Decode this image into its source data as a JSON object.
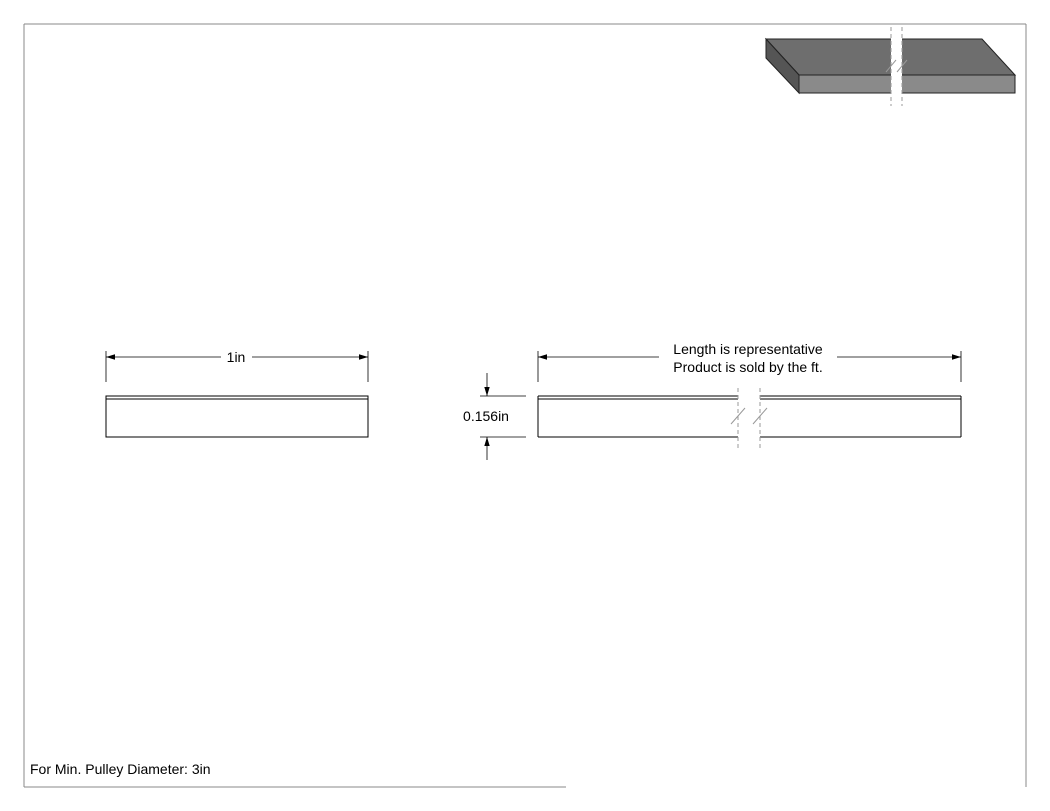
{
  "drawing": {
    "width_dimension": "1in",
    "thickness_dimension": "0.156in",
    "length_note_line1": "Length is representative",
    "length_note_line2": "Product is sold by the ft.",
    "footer_note": "For Min. Pulley Diameter: 3in"
  },
  "colors": {
    "line": "#000000",
    "border": "#888888",
    "iso_top": "#6e6e6e",
    "iso_front": "#8a8a8a",
    "iso_side": "#555555"
  }
}
